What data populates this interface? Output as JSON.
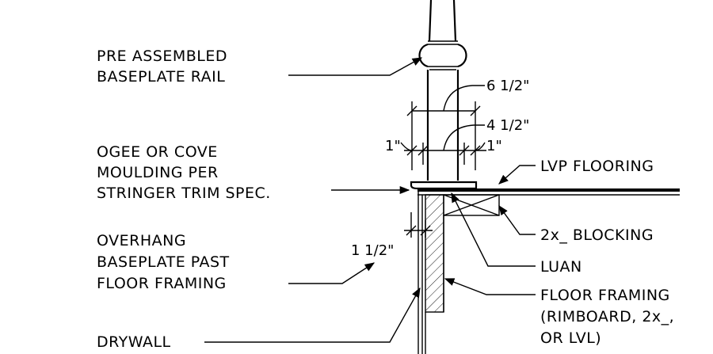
{
  "labels": {
    "rail_1": "PRE ASSEMBLED",
    "rail_2": "BASEPLATE RAIL",
    "moulding_1": "OGEE OR COVE",
    "moulding_2": "MOULDING PER",
    "moulding_3": "STRINGER TRIM SPEC.",
    "overhang_1": "OVERHANG",
    "overhang_2": "BASEPLATE PAST",
    "overhang_3": "FLOOR FRAMING",
    "drywall": "DRYWALL",
    "lvp": "LVP FLOORING",
    "blocking": "2x_ BLOCKING",
    "luan": "LUAN",
    "framing_1": "FLOOR FRAMING",
    "framing_2": "(RIMBOARD, 2x_,",
    "framing_3": "OR LVL)"
  },
  "dimensions": {
    "outer_width": "6 1/2\"",
    "inner_width": "4 1/2\"",
    "side_left": "1\"",
    "side_right": "1\"",
    "overhang": "1 1/2\""
  },
  "colors": {
    "line": "#000000",
    "background": "#ffffff"
  }
}
